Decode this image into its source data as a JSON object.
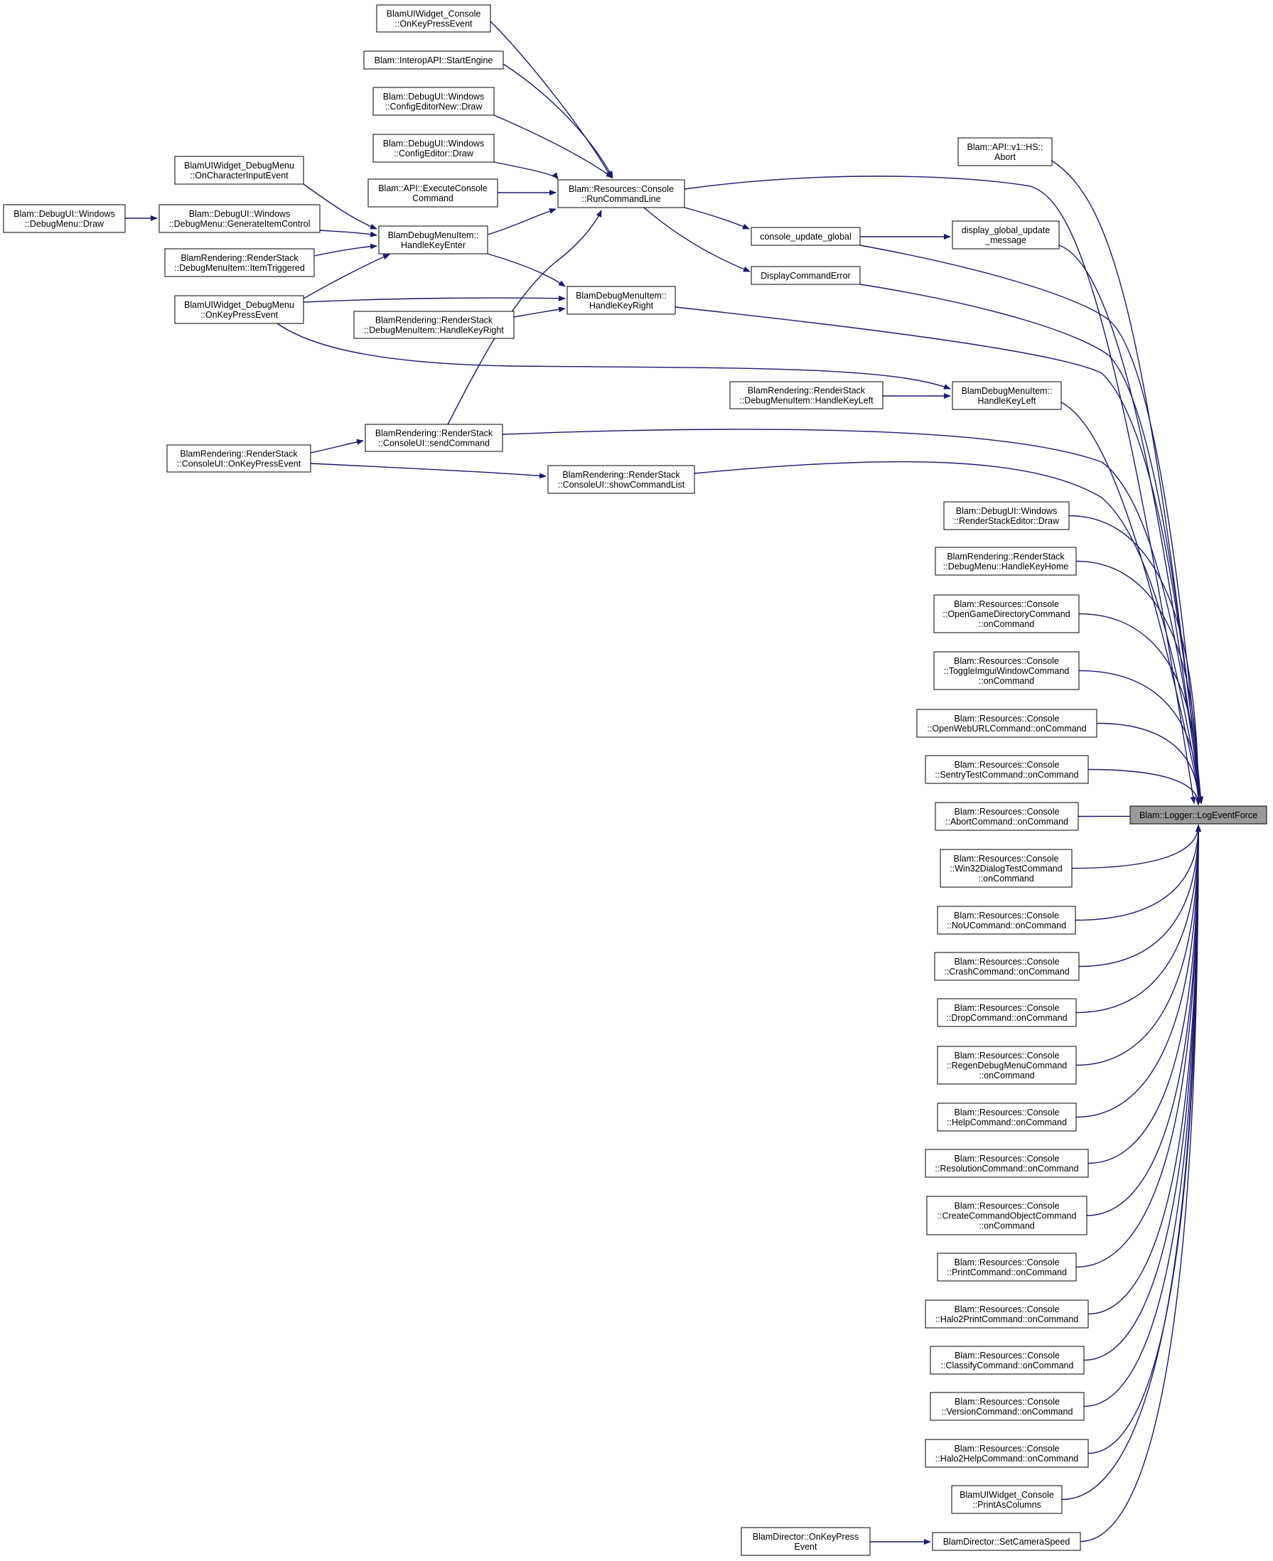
{
  "graph": {
    "colors": {
      "edge": "#191970",
      "node_border": "#000000",
      "node_fill": "#ffffff",
      "root_fill": "#999999",
      "text": "#000000"
    },
    "nodes": [
      {
        "id": "lef",
        "lines": [
          "Blam::Logger::LogEventForce"
        ],
        "root": true
      },
      {
        "id": "uiwc_okp",
        "lines": [
          "BlamUIWidget_Console",
          "::OnKeyPressEvent"
        ]
      },
      {
        "id": "interop",
        "lines": [
          "Blam::InteropAPI::StartEngine"
        ]
      },
      {
        "id": "cfgnew",
        "lines": [
          "Blam::DebugUI::Windows",
          "::ConfigEditorNew::Draw"
        ]
      },
      {
        "id": "cfg",
        "lines": [
          "Blam::DebugUI::Windows",
          "::ConfigEditor::Draw"
        ]
      },
      {
        "id": "execcon",
        "lines": [
          "Blam::API::ExecuteConsole",
          "Command"
        ]
      },
      {
        "id": "runcmd",
        "lines": [
          "Blam::Resources::Console",
          "::RunCommandLine"
        ]
      },
      {
        "id": "hs_abort",
        "lines": [
          "Blam::API::v1::HS::",
          "Abort"
        ]
      },
      {
        "id": "dm_oncharin",
        "lines": [
          "BlamUIWidget_DebugMenu",
          "::OnCharacterInputEvent"
        ]
      },
      {
        "id": "dm_draw",
        "lines": [
          "Blam::DebugUI::Windows",
          "::DebugMenu::Draw"
        ]
      },
      {
        "id": "dm_gen",
        "lines": [
          "Blam::DebugUI::Windows",
          "::DebugMenu::GenerateItemControl"
        ]
      },
      {
        "id": "hke",
        "lines": [
          "BlamDebugMenuItem::",
          "HandleKeyEnter"
        ]
      },
      {
        "id": "cug",
        "lines": [
          "console_update_global"
        ]
      },
      {
        "id": "dgum",
        "lines": [
          "display_global_update",
          "_message"
        ]
      },
      {
        "id": "rs_itemtrig",
        "lines": [
          "BlamRendering::RenderStack",
          "::DebugMenuItem::ItemTriggered"
        ]
      },
      {
        "id": "dce",
        "lines": [
          "DisplayCommandError"
        ]
      },
      {
        "id": "dm_okp",
        "lines": [
          "BlamUIWidget_DebugMenu",
          "::OnKeyPressEvent"
        ]
      },
      {
        "id": "hkr",
        "lines": [
          "BlamDebugMenuItem::",
          "HandleKeyRight"
        ]
      },
      {
        "id": "rs_hkr",
        "lines": [
          "BlamRendering::RenderStack",
          "::DebugMenuItem::HandleKeyRight"
        ]
      },
      {
        "id": "rs_hkl",
        "lines": [
          "BlamRendering::RenderStack",
          "::DebugMenuItem::HandleKeyLeft"
        ]
      },
      {
        "id": "hkl",
        "lines": [
          "BlamDebugMenuItem::",
          "HandleKeyLeft"
        ]
      },
      {
        "id": "cui_send",
        "lines": [
          "BlamRendering::RenderStack",
          "::ConsoleUI::sendCommand"
        ]
      },
      {
        "id": "cui_okp",
        "lines": [
          "BlamRendering::RenderStack",
          "::ConsoleUI::OnKeyPressEvent"
        ]
      },
      {
        "id": "cui_show",
        "lines": [
          "BlamRendering::RenderStack",
          "::ConsoleUI::showCommandList"
        ]
      },
      {
        "id": "rse_draw",
        "lines": [
          "Blam::DebugUI::Windows",
          "::RenderStackEditor::Draw"
        ]
      },
      {
        "id": "rs_home",
        "lines": [
          "BlamRendering::RenderStack",
          "::DebugMenu::HandleKeyHome"
        ]
      },
      {
        "id": "c_opengame",
        "lines": [
          "Blam::Resources::Console",
          "::OpenGameDirectoryCommand",
          "::onCommand"
        ]
      },
      {
        "id": "c_imgui",
        "lines": [
          "Blam::Resources::Console",
          "::ToggleImguiWindowCommand",
          "::onCommand"
        ]
      },
      {
        "id": "c_openweb",
        "lines": [
          "Blam::Resources::Console",
          "::OpenWebURLCommand::onCommand"
        ]
      },
      {
        "id": "c_sentry",
        "lines": [
          "Blam::Resources::Console",
          "::SentryTestCommand::onCommand"
        ]
      },
      {
        "id": "c_abort",
        "lines": [
          "Blam::Resources::Console",
          "::AbortCommand::onCommand"
        ]
      },
      {
        "id": "c_win32",
        "lines": [
          "Blam::Resources::Console",
          "::Win32DialogTestCommand",
          "::onCommand"
        ]
      },
      {
        "id": "c_nou",
        "lines": [
          "Blam::Resources::Console",
          "::NoUCommand::onCommand"
        ]
      },
      {
        "id": "c_crash",
        "lines": [
          "Blam::Resources::Console",
          "::CrashCommand::onCommand"
        ]
      },
      {
        "id": "c_drop",
        "lines": [
          "Blam::Resources::Console",
          "::DropCommand::onCommand"
        ]
      },
      {
        "id": "c_regen",
        "lines": [
          "Blam::Resources::Console",
          "::RegenDebugMenuCommand",
          "::onCommand"
        ]
      },
      {
        "id": "c_help",
        "lines": [
          "Blam::Resources::Console",
          "::HelpCommand::onCommand"
        ]
      },
      {
        "id": "c_res",
        "lines": [
          "Blam::Resources::Console",
          "::ResolutionCommand::onCommand"
        ]
      },
      {
        "id": "c_createobj",
        "lines": [
          "Blam::Resources::Console",
          "::CreateCommandObjectCommand",
          "::onCommand"
        ]
      },
      {
        "id": "c_print",
        "lines": [
          "Blam::Resources::Console",
          "::PrintCommand::onCommand"
        ]
      },
      {
        "id": "c_h2print",
        "lines": [
          "Blam::Resources::Console",
          "::Halo2PrintCommand::onCommand"
        ]
      },
      {
        "id": "c_classify",
        "lines": [
          "Blam::Resources::Console",
          "::ClassifyCommand::onCommand"
        ]
      },
      {
        "id": "c_version",
        "lines": [
          "Blam::Resources::Console",
          "::VersionCommand::onCommand"
        ]
      },
      {
        "id": "c_h2help",
        "lines": [
          "Blam::Resources::Console",
          "::Halo2HelpCommand::onCommand"
        ]
      },
      {
        "id": "uiwc_pac",
        "lines": [
          "BlamUIWidget_Console",
          "::PrintAsColumns"
        ]
      },
      {
        "id": "dir_okp",
        "lines": [
          "BlamDirector::OnKeyPress",
          "Event"
        ]
      },
      {
        "id": "dir_scs",
        "lines": [
          "BlamDirector::SetCameraSpeed"
        ]
      }
    ],
    "edges": [
      [
        "uiwc_okp",
        "runcmd"
      ],
      [
        "interop",
        "runcmd"
      ],
      [
        "cfgnew",
        "runcmd"
      ],
      [
        "cfg",
        "runcmd"
      ],
      [
        "execcon",
        "runcmd"
      ],
      [
        "hke",
        "runcmd"
      ],
      [
        "cui_send",
        "runcmd"
      ],
      [
        "runcmd",
        "lef"
      ],
      [
        "runcmd",
        "cug"
      ],
      [
        "runcmd",
        "dce"
      ],
      [
        "hs_abort",
        "lef"
      ],
      [
        "dm_oncharin",
        "hke"
      ],
      [
        "dm_gen",
        "hke"
      ],
      [
        "rs_itemtrig",
        "hke"
      ],
      [
        "dm_okp",
        "hke"
      ],
      [
        "dm_draw",
        "dm_gen"
      ],
      [
        "hke",
        "hkr"
      ],
      [
        "dm_okp",
        "hkr"
      ],
      [
        "rs_hkr",
        "hkr"
      ],
      [
        "dm_okp",
        "hkl"
      ],
      [
        "cug",
        "dgum"
      ],
      [
        "cug",
        "lef"
      ],
      [
        "dgum",
        "lef"
      ],
      [
        "dce",
        "lef"
      ],
      [
        "hkr",
        "lef"
      ],
      [
        "rs_hkl",
        "hkl"
      ],
      [
        "hkl",
        "lef"
      ],
      [
        "cui_okp",
        "cui_send"
      ],
      [
        "cui_okp",
        "cui_show"
      ],
      [
        "cui_send",
        "lef"
      ],
      [
        "cui_show",
        "lef"
      ],
      [
        "rse_draw",
        "lef"
      ],
      [
        "rs_home",
        "lef"
      ],
      [
        "c_opengame",
        "lef"
      ],
      [
        "c_imgui",
        "lef"
      ],
      [
        "c_openweb",
        "lef"
      ],
      [
        "c_sentry",
        "lef"
      ],
      [
        "c_abort",
        "lef"
      ],
      [
        "c_win32",
        "lef"
      ],
      [
        "c_nou",
        "lef"
      ],
      [
        "c_crash",
        "lef"
      ],
      [
        "c_drop",
        "lef"
      ],
      [
        "c_regen",
        "lef"
      ],
      [
        "c_help",
        "lef"
      ],
      [
        "c_res",
        "lef"
      ],
      [
        "c_createobj",
        "lef"
      ],
      [
        "c_print",
        "lef"
      ],
      [
        "c_h2print",
        "lef"
      ],
      [
        "c_classify",
        "lef"
      ],
      [
        "c_version",
        "lef"
      ],
      [
        "c_h2help",
        "lef"
      ],
      [
        "uiwc_pac",
        "lef"
      ],
      [
        "dir_okp",
        "dir_scs"
      ],
      [
        "dir_scs",
        "lef"
      ]
    ]
  }
}
